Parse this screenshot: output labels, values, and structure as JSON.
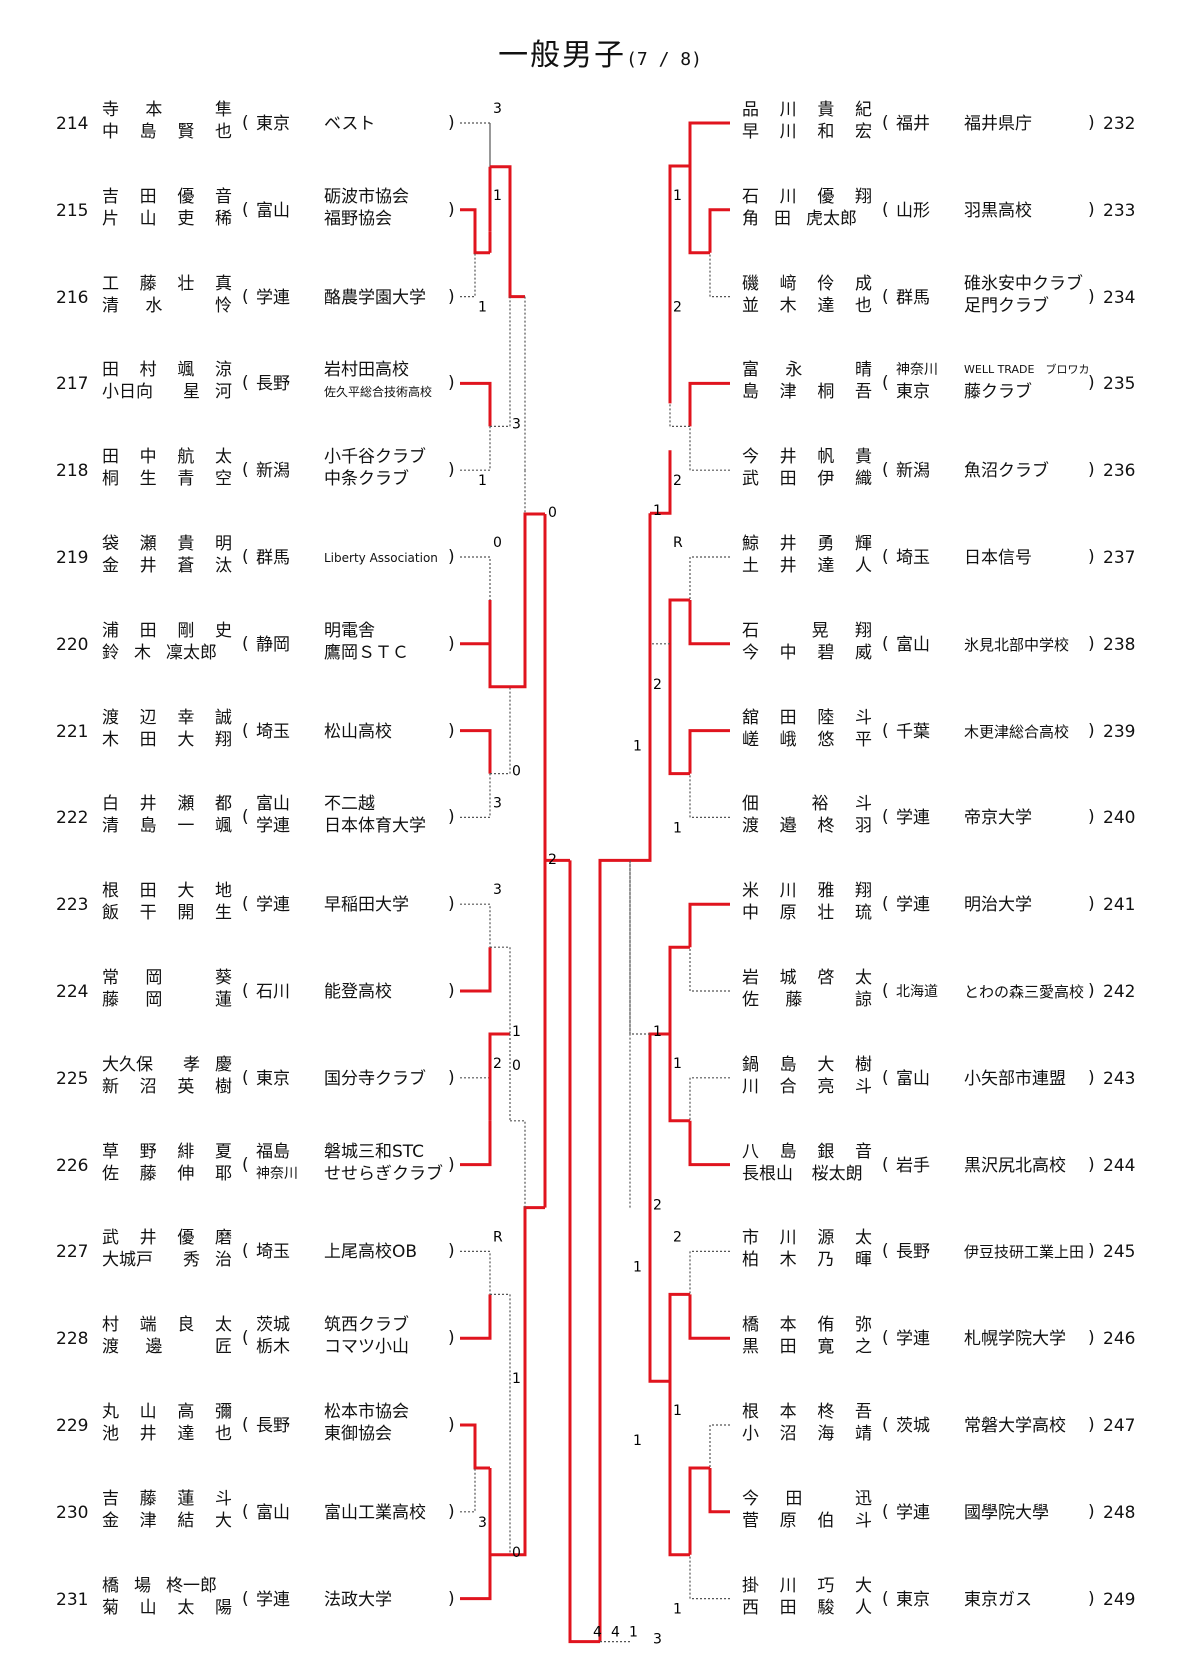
{
  "title": {
    "main": "一般男子",
    "sub": "(7 / 8)"
  },
  "left": [
    {
      "no": "214",
      "p1": [
        "寺",
        "本",
        "",
        "隼"
      ],
      "p2": [
        "中",
        "島",
        "賢",
        "也"
      ],
      "pref": [
        "東京"
      ],
      "club": [
        "ベスト"
      ]
    },
    {
      "no": "215",
      "p1": [
        "吉",
        "田",
        "優",
        "音"
      ],
      "p2": [
        "片",
        "山",
        "吏",
        "稀"
      ],
      "pref": [
        "富山"
      ],
      "club": [
        "砺波市協会",
        "福野協会"
      ]
    },
    {
      "no": "216",
      "p1": [
        "工",
        "藤",
        "壮",
        "真"
      ],
      "p2": [
        "清",
        "水",
        "",
        "怜"
      ],
      "pref": [
        "学連"
      ],
      "club": [
        "酪農学園大学"
      ]
    },
    {
      "no": "217",
      "p1": [
        "田",
        "村",
        "颯",
        "涼"
      ],
      "p2": [
        "小日向",
        "",
        "星",
        "河"
      ],
      "pref": [
        "長野"
      ],
      "club": [
        "岩村田高校",
        "佐久平総合技術高校"
      ]
    },
    {
      "no": "218",
      "p1": [
        "田",
        "中",
        "航",
        "太"
      ],
      "p2": [
        "桐",
        "生",
        "青",
        "空"
      ],
      "pref": [
        "新潟"
      ],
      "club": [
        "小千谷クラブ",
        "中条クラブ"
      ]
    },
    {
      "no": "219",
      "p1": [
        "袋",
        "瀬",
        "貴",
        "明"
      ],
      "p2": [
        "金",
        "井",
        "蒼",
        "汰"
      ],
      "pref": [
        "群馬"
      ],
      "club": [
        "Liberty Association"
      ]
    },
    {
      "no": "220",
      "p1": [
        "浦",
        "田",
        "剛",
        "史"
      ],
      "p2": [
        "鈴",
        "木",
        "凜太郎",
        ""
      ],
      "pref": [
        "静岡"
      ],
      "club": [
        "明電舎",
        "鷹岡ＳＴＣ"
      ]
    },
    {
      "no": "221",
      "p1": [
        "渡",
        "辺",
        "幸",
        "誠"
      ],
      "p2": [
        "木",
        "田",
        "大",
        "翔"
      ],
      "pref": [
        "埼玉"
      ],
      "club": [
        "松山高校"
      ]
    },
    {
      "no": "222",
      "p1": [
        "白",
        "井",
        "瀬",
        "都"
      ],
      "p2": [
        "清",
        "島",
        "一",
        "颯"
      ],
      "pref": [
        "富山",
        "学連"
      ],
      "club": [
        "不二越",
        "日本体育大学"
      ]
    },
    {
      "no": "223",
      "p1": [
        "根",
        "田",
        "大",
        "地"
      ],
      "p2": [
        "飯",
        "干",
        "開",
        "生"
      ],
      "pref": [
        "学連"
      ],
      "club": [
        "早稲田大学"
      ]
    },
    {
      "no": "224",
      "p1": [
        "常",
        "岡",
        "",
        "葵"
      ],
      "p2": [
        "藤",
        "岡",
        "",
        "蓮"
      ],
      "pref": [
        "石川"
      ],
      "club": [
        "能登高校"
      ]
    },
    {
      "no": "225",
      "p1": [
        "大久保",
        "",
        "孝",
        "慶"
      ],
      "p2": [
        "新",
        "沼",
        "英",
        "樹"
      ],
      "pref": [
        "東京"
      ],
      "club": [
        "国分寺クラブ"
      ]
    },
    {
      "no": "226",
      "p1": [
        "草",
        "野",
        "緋",
        "夏"
      ],
      "p2": [
        "佐",
        "藤",
        "伸",
        "耶"
      ],
      "pref": [
        "福島",
        "神奈川"
      ],
      "club": [
        "磐城三和STC",
        "せせらぎクラブ"
      ]
    },
    {
      "no": "227",
      "p1": [
        "武",
        "井",
        "優",
        "磨"
      ],
      "p2": [
        "大城戸",
        "",
        "秀",
        "治"
      ],
      "pref": [
        "埼玉"
      ],
      "club": [
        "上尾高校OB"
      ]
    },
    {
      "no": "228",
      "p1": [
        "村",
        "端",
        "良",
        "太"
      ],
      "p2": [
        "渡",
        "邊",
        "",
        "匠"
      ],
      "pref": [
        "茨城",
        "栃木"
      ],
      "club": [
        "筑西クラブ",
        "コマツ小山"
      ]
    },
    {
      "no": "229",
      "p1": [
        "丸",
        "山",
        "高",
        "彌"
      ],
      "p2": [
        "池",
        "井",
        "達",
        "也"
      ],
      "pref": [
        "長野"
      ],
      "club": [
        "松本市協会",
        "東御協会"
      ]
    },
    {
      "no": "230",
      "p1": [
        "吉",
        "藤",
        "蓮",
        "斗"
      ],
      "p2": [
        "金",
        "津",
        "結",
        "大"
      ],
      "pref": [
        "富山"
      ],
      "club": [
        "富山工業高校"
      ]
    },
    {
      "no": "231",
      "p1": [
        "橋",
        "場",
        "柊一郎",
        ""
      ],
      "p2": [
        "菊",
        "山",
        "太",
        "陽"
      ],
      "pref": [
        "学連"
      ],
      "club": [
        "法政大学"
      ]
    }
  ],
  "right": [
    {
      "no": "232",
      "p1": [
        "品",
        "川",
        "貴",
        "紀"
      ],
      "p2": [
        "早",
        "川",
        "和",
        "宏"
      ],
      "pref": [
        "福井"
      ],
      "club": [
        "福井県庁"
      ]
    },
    {
      "no": "233",
      "p1": [
        "石",
        "川",
        "優",
        "翔"
      ],
      "p2": [
        "角",
        "田",
        "虎太郎",
        ""
      ],
      "pref": [
        "山形"
      ],
      "club": [
        "羽黒高校"
      ]
    },
    {
      "no": "234",
      "p1": [
        "磯",
        "﨑",
        "伶",
        "成"
      ],
      "p2": [
        "並",
        "木",
        "達",
        "也"
      ],
      "pref": [
        "群馬"
      ],
      "club": [
        "碓氷安中クラブ",
        "足門クラブ"
      ]
    },
    {
      "no": "235",
      "p1": [
        "富",
        "永",
        "",
        "晴"
      ],
      "p2": [
        "島",
        "津",
        "桐",
        "吾"
      ],
      "pref": [
        "神奈川",
        "東京"
      ],
      "club": [
        "WELL TRADE　ブロワカ",
        "藤クラブ"
      ]
    },
    {
      "no": "236",
      "p1": [
        "今",
        "井",
        "帆",
        "貴"
      ],
      "p2": [
        "武",
        "田",
        "伊",
        "織"
      ],
      "pref": [
        "新潟"
      ],
      "club": [
        "魚沼クラブ"
      ]
    },
    {
      "no": "237",
      "p1": [
        "鯨",
        "井",
        "勇",
        "輝"
      ],
      "p2": [
        "土",
        "井",
        "達",
        "人"
      ],
      "pref": [
        "埼玉"
      ],
      "club": [
        "日本信号"
      ]
    },
    {
      "no": "238",
      "p1": [
        "石",
        "",
        "晃",
        "翔"
      ],
      "p2": [
        "今",
        "中",
        "碧",
        "威"
      ],
      "pref": [
        "富山"
      ],
      "club": [
        "氷見北部中学校"
      ]
    },
    {
      "no": "239",
      "p1": [
        "舘",
        "田",
        "陸",
        "斗"
      ],
      "p2": [
        "嵯",
        "峨",
        "悠",
        "平"
      ],
      "pref": [
        "千葉"
      ],
      "club": [
        "木更津総合高校"
      ]
    },
    {
      "no": "240",
      "p1": [
        "佃",
        "",
        "裕",
        "斗"
      ],
      "p2": [
        "渡",
        "邉",
        "柊",
        "羽"
      ],
      "pref": [
        "学連"
      ],
      "club": [
        "帝京大学"
      ]
    },
    {
      "no": "241",
      "p1": [
        "米",
        "川",
        "雅",
        "翔"
      ],
      "p2": [
        "中",
        "原",
        "壮",
        "琉"
      ],
      "pref": [
        "学連"
      ],
      "club": [
        "明治大学"
      ]
    },
    {
      "no": "242",
      "p1": [
        "岩",
        "城",
        "啓",
        "太"
      ],
      "p2": [
        "佐",
        "藤",
        "",
        "諒"
      ],
      "pref": [
        "北海道"
      ],
      "club": [
        "とわの森三愛高校"
      ]
    },
    {
      "no": "243",
      "p1": [
        "鍋",
        "島",
        "大",
        "樹"
      ],
      "p2": [
        "川",
        "合",
        "亮",
        "斗"
      ],
      "pref": [
        "富山"
      ],
      "club": [
        "小矢部市連盟"
      ]
    },
    {
      "no": "244",
      "p1": [
        "八",
        "島",
        "銀",
        "音"
      ],
      "p2": [
        "長根山",
        "",
        "桜太朗",
        ""
      ],
      "pref": [
        "岩手"
      ],
      "club": [
        "黒沢尻北高校"
      ]
    },
    {
      "no": "245",
      "p1": [
        "市",
        "川",
        "源",
        "太"
      ],
      "p2": [
        "柏",
        "木",
        "乃",
        "暉"
      ],
      "pref": [
        "長野"
      ],
      "club": [
        "伊豆技研工業上田"
      ]
    },
    {
      "no": "246",
      "p1": [
        "橋",
        "本",
        "侑",
        "弥"
      ],
      "p2": [
        "黒",
        "田",
        "寛",
        "之"
      ],
      "pref": [
        "学連"
      ],
      "club": [
        "札幌学院大学"
      ]
    },
    {
      "no": "247",
      "p1": [
        "根",
        "本",
        "柊",
        "吾"
      ],
      "p2": [
        "小",
        "沼",
        "海",
        "靖"
      ],
      "pref": [
        "茨城"
      ],
      "club": [
        "常磐大学高校"
      ]
    },
    {
      "no": "248",
      "p1": [
        "今",
        "田",
        "",
        "迅"
      ],
      "p2": [
        "菅",
        "原",
        "伯",
        "斗"
      ],
      "pref": [
        "学連"
      ],
      "club": [
        "國學院大學"
      ]
    },
    {
      "no": "249",
      "p1": [
        "掛",
        "川",
        "巧",
        "大"
      ],
      "p2": [
        "西",
        "田",
        "駿",
        "人"
      ],
      "pref": [
        "東京"
      ],
      "club": [
        "東京ガス"
      ]
    }
  ],
  "scores": [
    {
      "t": "3",
      "s": "L",
      "i": 0
    },
    {
      "t": "1",
      "s": "L",
      "i": 1
    },
    {
      "t": "1",
      "s": "Lb",
      "i": 2
    },
    {
      "t": "3",
      "s": "Lc",
      "i": 3
    },
    {
      "t": "1",
      "s": "Lb",
      "i": 4
    },
    {
      "t": "0",
      "s": "L",
      "i": 5
    },
    {
      "t": "0",
      "s": "Lc",
      "i": 7
    },
    {
      "t": "3",
      "s": "L",
      "i": 8
    },
    {
      "t": "3",
      "s": "L",
      "i": 9
    },
    {
      "t": "1",
      "s": "Lc",
      "i": 10
    },
    {
      "t": "2",
      "s": "L",
      "i": 11
    },
    {
      "t": "0",
      "s": "Ld",
      "i": 11
    },
    {
      "t": "R",
      "s": "L",
      "i": 13
    },
    {
      "t": "1",
      "s": "Lc",
      "i": 14
    },
    {
      "t": "0",
      "s": "Lc",
      "i": 16
    },
    {
      "t": "3",
      "s": "Lb",
      "i": 16
    },
    {
      "t": "0",
      "s": "Le",
      "i": 5
    },
    {
      "t": "2",
      "s": "Lf",
      "i": 9
    },
    {
      "t": "1",
      "s": "R",
      "i": 1
    },
    {
      "t": "2",
      "s": "Rb",
      "i": 2
    },
    {
      "t": "1",
      "s": "Rc",
      "i": 4
    },
    {
      "t": "2",
      "s": "Rb",
      "i": 4
    },
    {
      "t": "R",
      "s": "R",
      "i": 5
    },
    {
      "t": "2",
      "s": "Rc",
      "i": 6
    },
    {
      "t": "1",
      "s": "Rd",
      "i": 7
    },
    {
      "t": "1",
      "s": "Rb",
      "i": 8
    },
    {
      "t": "1",
      "s": "Rc",
      "i": 10
    },
    {
      "t": "1",
      "s": "R",
      "i": 11
    },
    {
      "t": "2",
      "s": "Rc",
      "i": 12
    },
    {
      "t": "1",
      "s": "Rd",
      "i": 13
    },
    {
      "t": "2",
      "s": "R",
      "i": 13
    },
    {
      "t": "1",
      "s": "R",
      "i": 15
    },
    {
      "t": "1",
      "s": "Rd",
      "i": 15
    },
    {
      "t": "3",
      "s": "Rc",
      "i": 17
    },
    {
      "t": "1",
      "s": "Rb",
      "i": 17
    }
  ],
  "final_scores": [
    "4",
    "4",
    "1"
  ],
  "colors": {
    "win": "#e0141e",
    "line": "#555555"
  }
}
